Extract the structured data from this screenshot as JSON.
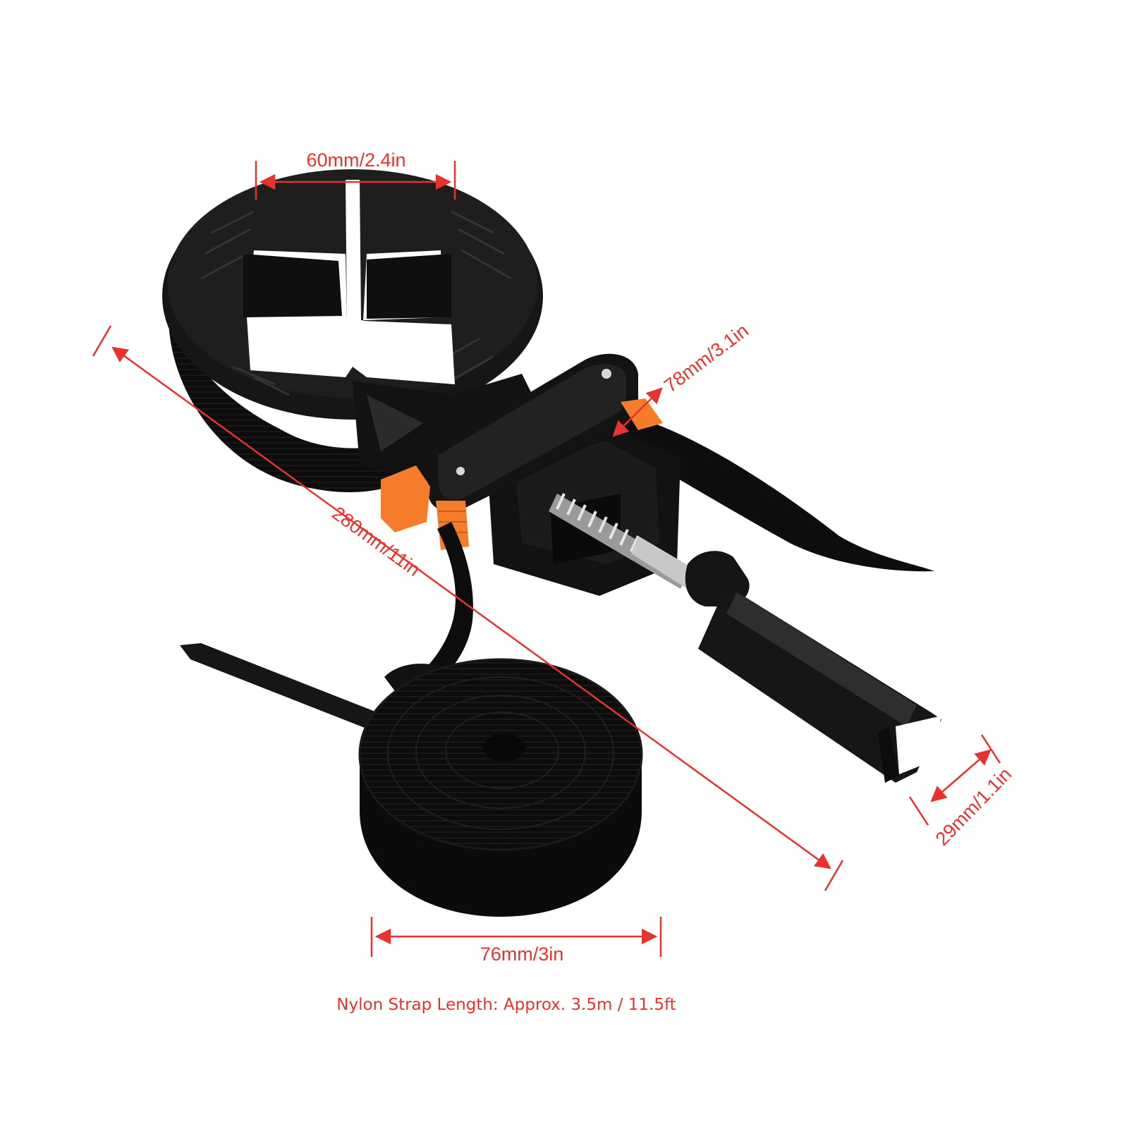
{
  "colors": {
    "annotation": "#e8322e",
    "plastic": "#141414",
    "plastic_highlight": "#3a3a3a",
    "strap": "#0c0c0c",
    "accent_orange": "#f57c2a",
    "metal": "#bfbfbf",
    "background": "#ffffff"
  },
  "dimensions": {
    "frame_width": "60mm/2.4in",
    "total_length": "280mm/11in",
    "lever_length": "78mm/3.1in",
    "handle_width": "29mm/1.1in",
    "strap_roll_diameter": "76mm/3in"
  },
  "caption": "Nylon Strap Length: Approx. 3.5m / 11.5ft"
}
